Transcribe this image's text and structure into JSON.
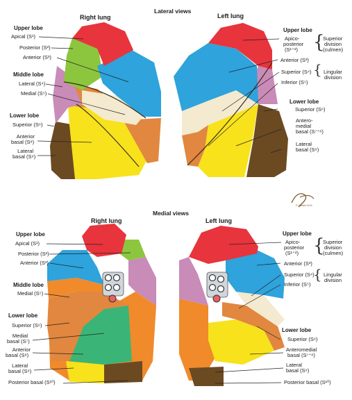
{
  "titles": {
    "lateral": "Lateral views",
    "medial": "Medial views",
    "right_lung": "Right lung",
    "left_lung": "Left lung"
  },
  "lateral": {
    "right": {
      "upper_lobe": "Upper lobe",
      "apical": "Apical (S¹)",
      "posterior": "Posterior (S²)",
      "anterior": "Anterior (S³)",
      "middle_lobe": "Middle lobe",
      "lateral": "Lateral (S⁴)",
      "medial": "Medial (S⁵)",
      "lower_lobe": "Lower lobe",
      "superior": "Superior (S⁶)",
      "anterior_basal_1": "Anterior",
      "anterior_basal_2": "basal (S⁸)",
      "lateral_basal_1": "Lateral",
      "lateral_basal_2": "basal (S⁹)"
    },
    "left": {
      "upper_lobe": "Upper lobe",
      "apico_1": "Apico-",
      "apico_2": "posterior",
      "apico_3": "(S¹⁺²)",
      "superior_division_1": "Superior",
      "superior_division_2": "division",
      "superior_division_3": "(culmen)",
      "anterior": "Anterior (S³)",
      "superior": "Superior (S⁴)",
      "inferior": "Inferior (S⁵)",
      "lingular_1": "Lingular",
      "lingular_2": "division",
      "lower_lobe": "Lower lobe",
      "superior_s6": "Superior (S⁶)",
      "anteromedial_1": "Antero-",
      "anteromedial_2": "medial",
      "anteromedial_3": "basal (S⁷⁺⁸)",
      "lateral_basal_1": "Lateral",
      "lateral_basal_2": "basal (S⁹)"
    }
  },
  "medial": {
    "right": {
      "upper_lobe": "Upper lobe",
      "apical": "Apical (S¹)",
      "posterior": "Posterior (S²)",
      "anterior": "Anterior (S³)",
      "middle_lobe": "Middle lobe",
      "medial": "Medial (S⁵)",
      "lower_lobe": "Lower lobe",
      "superior": "Superior (S⁶)",
      "medial_basal_1": "Medial",
      "medial_basal_2": "basal (S⁷)",
      "anterior_basal_1": "Anterior",
      "anterior_basal_2": "basal (S⁸)",
      "lateral_basal_1": "Lateral",
      "lateral_basal_2": "basal (S⁹)",
      "posterior_basal": "Posterior basal (S¹⁰)"
    },
    "left": {
      "upper_lobe": "Upper lobe",
      "apico_1": "Apico-",
      "apico_2": "posterior",
      "apico_3": "(S¹⁺²)",
      "superior_division_1": "Superior",
      "superior_division_2": "division",
      "superior_division_3": "(culmen)",
      "anterior": "Anterior (S³)",
      "superior": "Superior (S⁴)",
      "inferior": "Inferior (S⁵)",
      "lingular_1": "Lingular",
      "lingular_2": "division",
      "lower_lobe": "Lower lobe",
      "superior_s6": "Superior (S⁶)",
      "anteromedial_1": "Anteromedial",
      "anteromedial_2": "basal (S⁷⁺⁸)",
      "lateral_basal_1": "Lateral",
      "lateral_basal_2": "basal (S⁹)",
      "posterior_basal": "Posterior basal (S¹⁰)"
    }
  },
  "signature": "F. Netter M.D.",
  "colors": {
    "apical": "#e8343c",
    "posterior": "#8cc63f",
    "anterior": "#2ea3dc",
    "lateral_s4": "#c98bb8",
    "medial_s5": "#f3ead0",
    "superior_s6": "#e2873f",
    "anterior_basal": "#f7e21c",
    "lateral_basal": "#6b4a22",
    "medial_basal": "#3bb577",
    "posterior_basal": "#f08a2b"
  }
}
